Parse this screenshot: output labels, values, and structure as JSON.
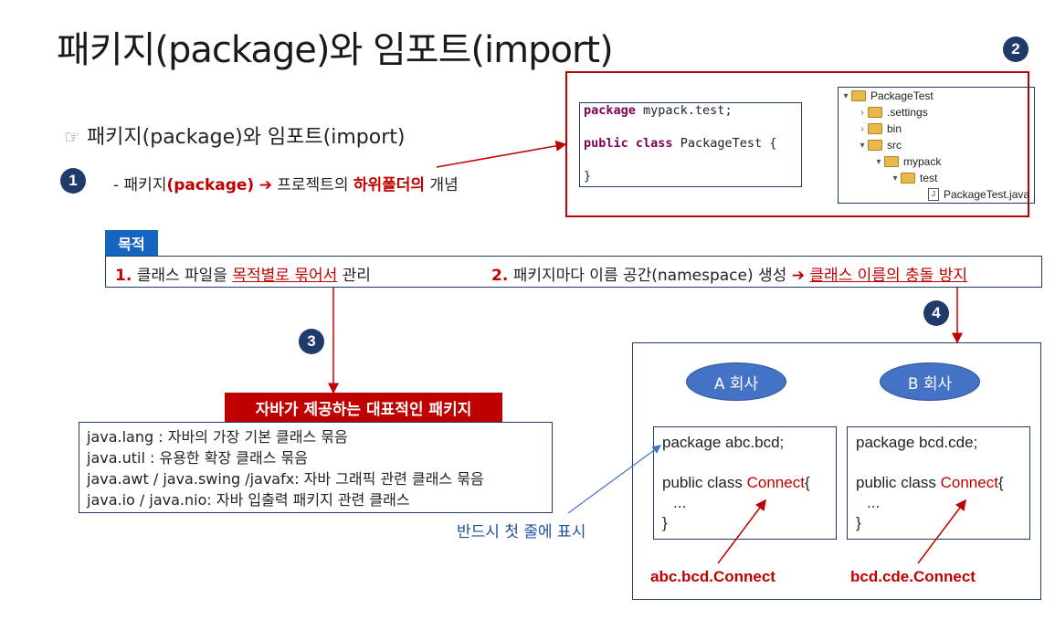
{
  "title": "패키지(package)와 임포트(import)",
  "subtitle": {
    "bullet": "☞",
    "text": "패키지(package)와 임포트(import)"
  },
  "badges": [
    "1",
    "2",
    "3",
    "4"
  ],
  "definition": {
    "prefix": "- 패키지",
    "term": "(package)",
    "arrow": "➔",
    "mid": " 프로젝트의 ",
    "highlight": "하위폴더의",
    "suffix": " 개념"
  },
  "code_sample": {
    "kw_package": "package",
    "pkg_name": " mypack.test;",
    "kw_public": "public",
    "kw_class": "class",
    "class_decl": " PackageTest {",
    "close": "}"
  },
  "tree": {
    "root": "PackageTest",
    "settings": ".settings",
    "bin": "bin",
    "src": "src",
    "mypack": "mypack",
    "test": "test",
    "file": "PackageTest.java"
  },
  "purpose": {
    "tag": "목적",
    "item1": {
      "num": "1.",
      "text": " 클래스 파일을 ",
      "highlight": "목적별로 묶어서",
      "suffix": " 관리"
    },
    "item2": {
      "num": "2.",
      "text": " 패키지마다 이름 공간(namespace) 생성 ",
      "arrow": "➔",
      "space": " ",
      "highlight": "클래스 이름의 충돌 방지"
    }
  },
  "java_packages": {
    "title": "자바가 제공하는 대표적인 패키지",
    "items": [
      "java.lang : 자바의 가장 기본 클래스 묶음",
      "java.util : 유용한 확장 클래스 묶음",
      "java.awt / java.swing /javafx: 자바 그래픽 관련 클래스 묶음",
      "java.io / java.nio: 자바 입출력 패키지 관련 클래스"
    ]
  },
  "note": "반드시 첫 줄에 표시",
  "companies": {
    "a": {
      "name": "A 회사",
      "pkg": "package abc.bcd;",
      "cls_prefix": "public class ",
      "cls_name": "Connect",
      "cls_brace": "{",
      "dots": "...",
      "close": "}",
      "fqn": "abc.bcd.Connect"
    },
    "b": {
      "name": "B 회사",
      "pkg": "package bcd.cde;",
      "cls_prefix": "public class ",
      "cls_name": "Connect",
      "cls_brace": "{",
      "dots": "...",
      "close": "}",
      "fqn": "bcd.cde.Connect"
    }
  },
  "colors": {
    "accent_red": "#c00000",
    "navy": "#1f3a6b",
    "blue": "#4472c4",
    "tag_blue": "#1565c0",
    "note_blue": "#1f4e9c"
  }
}
